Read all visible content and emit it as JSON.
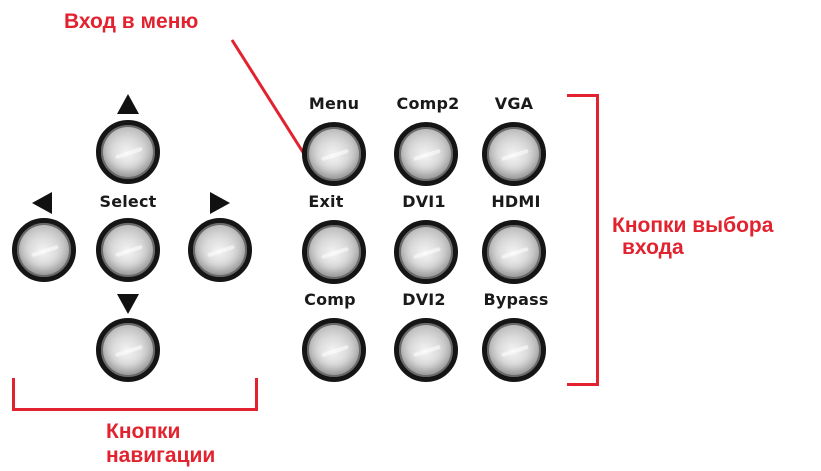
{
  "annotations": {
    "menu_entry": "Вход в меню",
    "input_buttons_line1": "Кнопки выбора",
    "input_buttons_line2": "входа",
    "nav_buttons_line1": "Кнопки",
    "nav_buttons_line2": "навигации"
  },
  "navigation": {
    "select_label": "Select"
  },
  "input_grid": {
    "labels": [
      "Menu",
      "Comp2",
      "VGA",
      "Exit",
      "DVI1",
      "HDMI",
      "Comp",
      "DVI2",
      "Bypass"
    ]
  },
  "colors": {
    "annotation": "#e2232f",
    "label": "#1a1a1a",
    "knob_border": "#151515"
  },
  "icons": [
    "arrow-up-icon",
    "arrow-down-icon",
    "arrow-left-icon",
    "arrow-right-icon"
  ]
}
